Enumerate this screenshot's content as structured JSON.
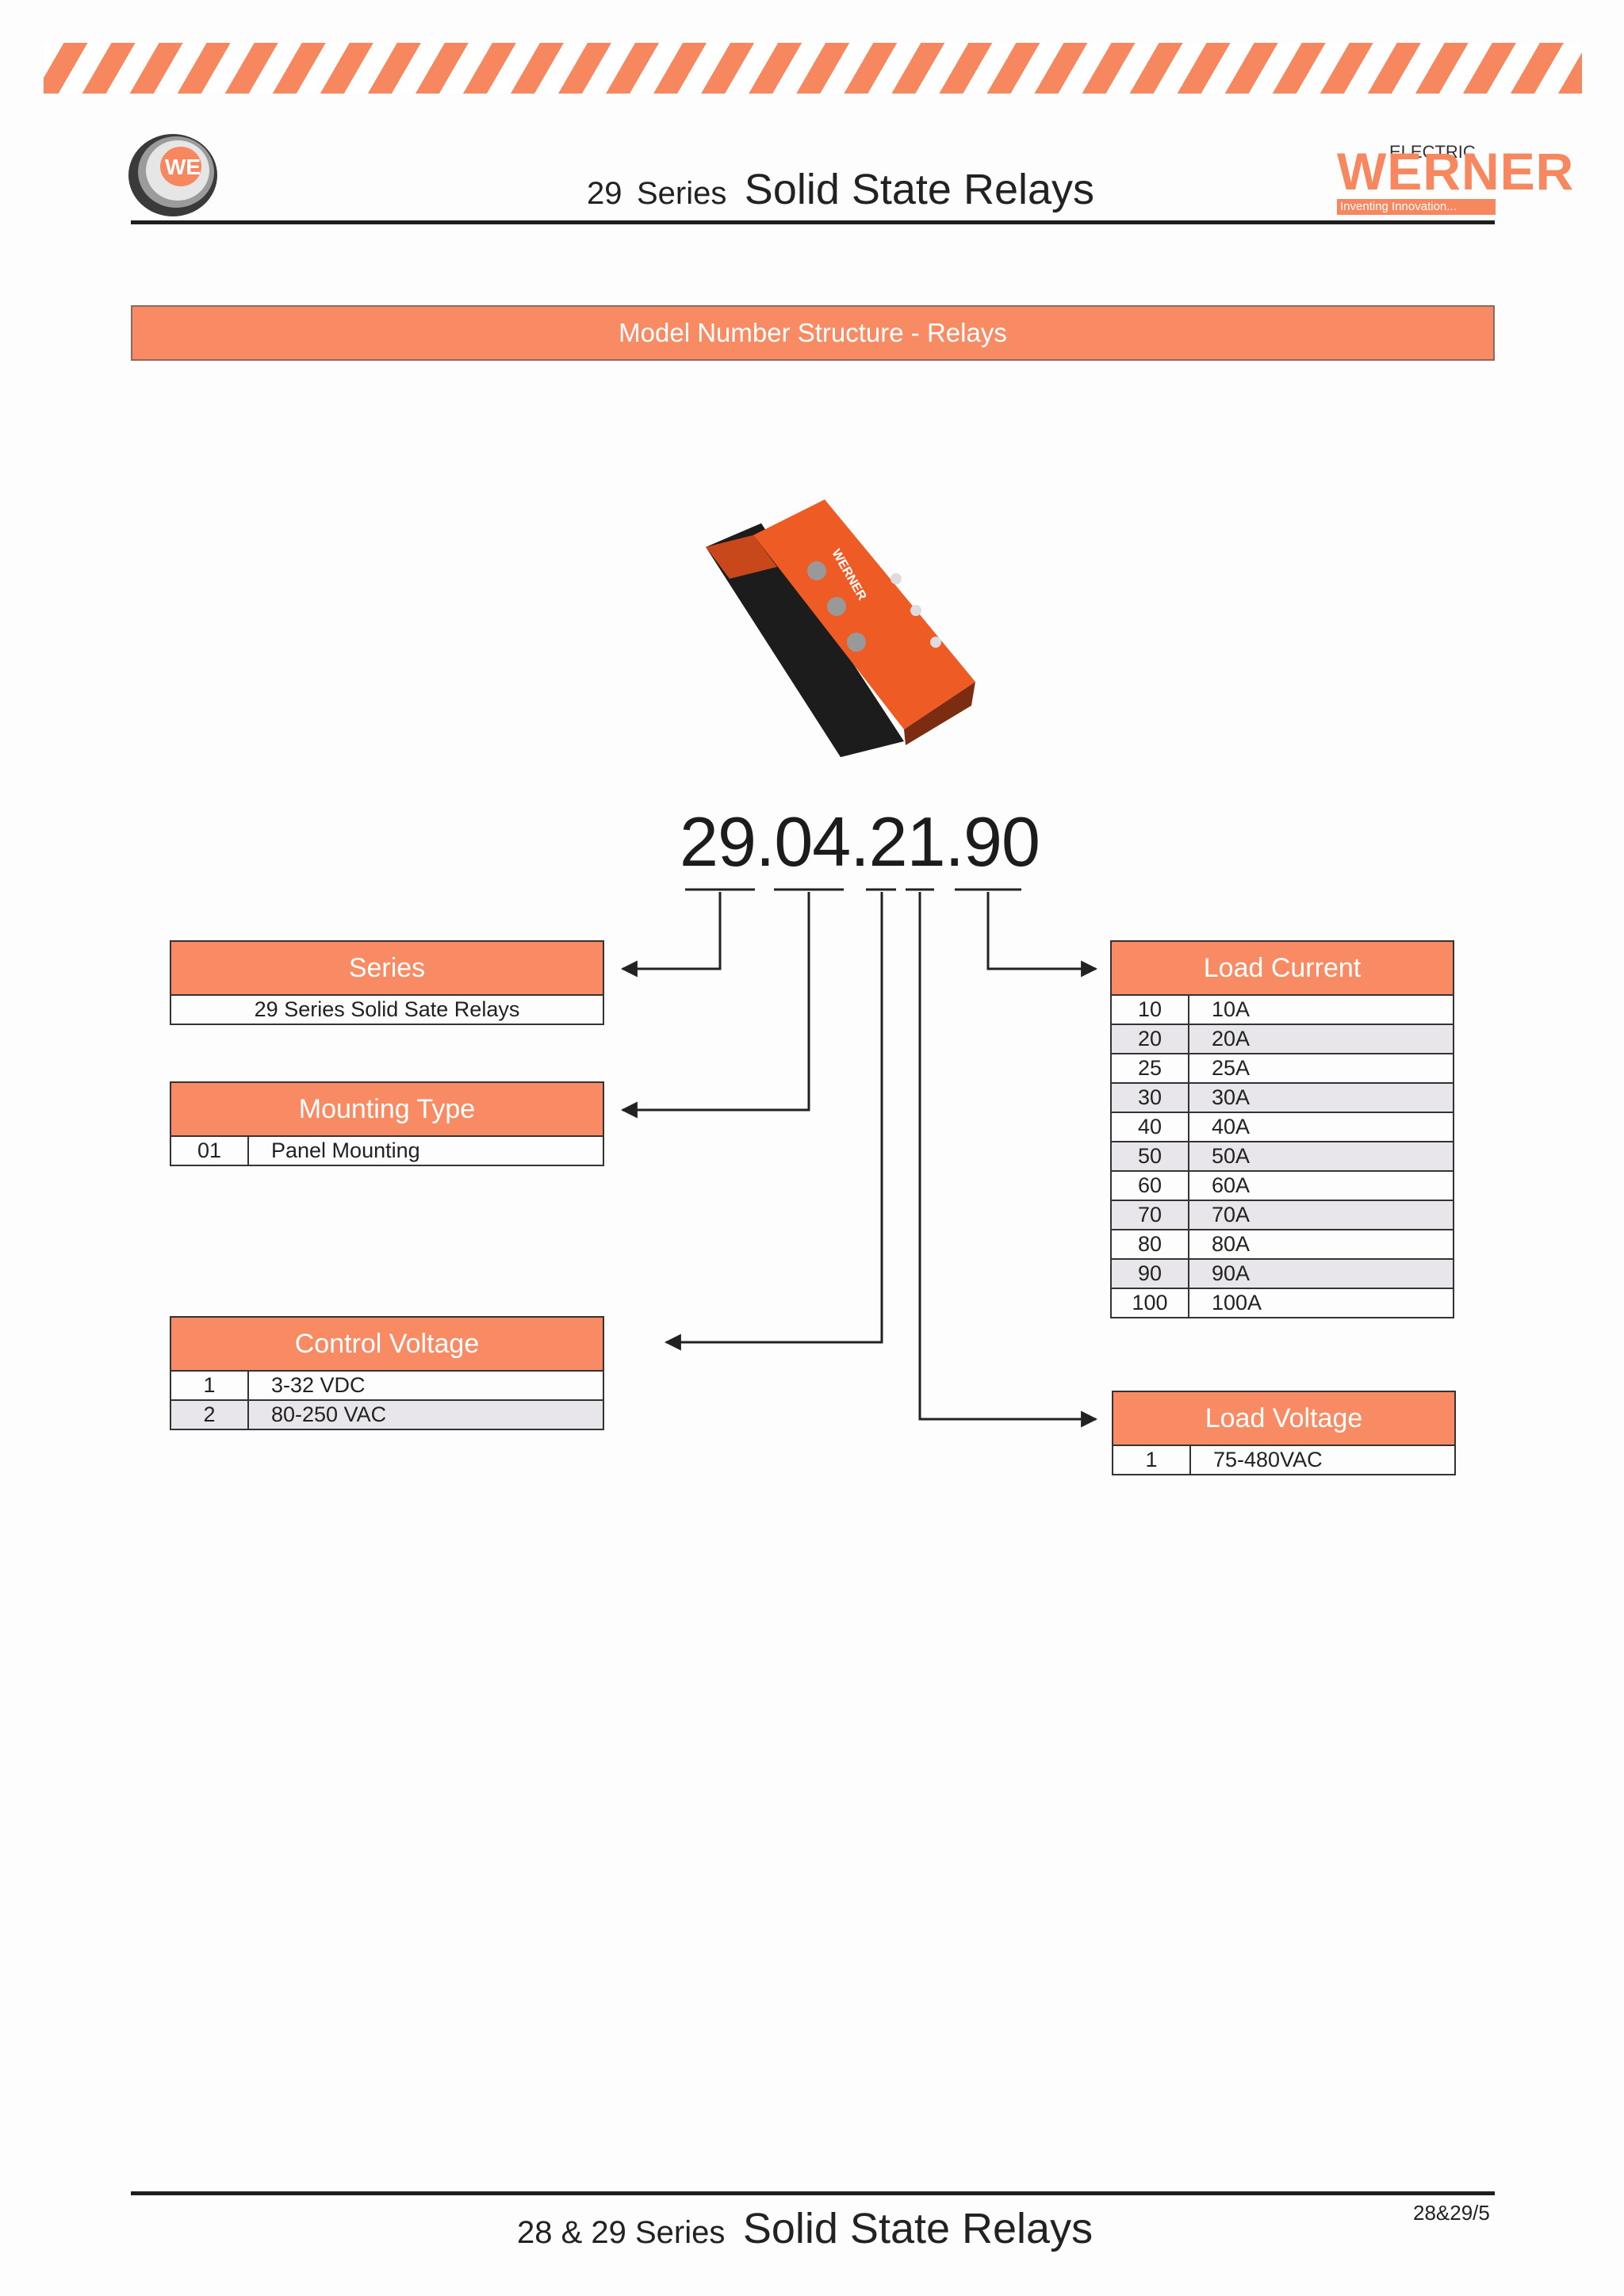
{
  "header": {
    "series_num": "29",
    "series_word": "Series",
    "title": "Solid State Relays",
    "brand_electric": "ELECTRIC",
    "brand_name": "WERNER",
    "brand_tagline": "Inventing Innovation...",
    "logo_initials": "WE"
  },
  "banner": {
    "label": "Model Number Structure - Relays"
  },
  "product": {
    "label": "WERNER"
  },
  "model_code": {
    "value": "29.04.21.90"
  },
  "series_box": {
    "title": "Series",
    "rows": [
      {
        "value": "29 Series Solid Sate Relays"
      }
    ]
  },
  "mounting_box": {
    "title": "Mounting Type",
    "rows": [
      {
        "code": "01",
        "value": "Panel Mounting"
      }
    ]
  },
  "control_box": {
    "title": "Control Voltage",
    "rows": [
      {
        "code": "1",
        "value": "3-32 VDC"
      },
      {
        "code": "2",
        "value": "80-250 VAC"
      }
    ]
  },
  "current_box": {
    "title": "Load Current",
    "rows": [
      {
        "code": "10",
        "value": "10A"
      },
      {
        "code": "20",
        "value": "20A"
      },
      {
        "code": "25",
        "value": "25A"
      },
      {
        "code": "30",
        "value": "30A"
      },
      {
        "code": "40",
        "value": "40A"
      },
      {
        "code": "50",
        "value": "50A"
      },
      {
        "code": "60",
        "value": "60A"
      },
      {
        "code": "70",
        "value": "70A"
      },
      {
        "code": "80",
        "value": "80A"
      },
      {
        "code": "90",
        "value": "90A"
      },
      {
        "code": "100",
        "value": "100A"
      }
    ]
  },
  "voltage_box": {
    "title": "Load Voltage",
    "rows": [
      {
        "code": "1",
        "value": "75-480VAC"
      }
    ]
  },
  "footer": {
    "series_prefix": "28 & 29 Series",
    "title": "Solid State Relays",
    "page_code": "28&29/5"
  },
  "colors": {
    "accent": "#f98b64",
    "stripe": "#f7875f",
    "rule": "#1e1e1e"
  }
}
